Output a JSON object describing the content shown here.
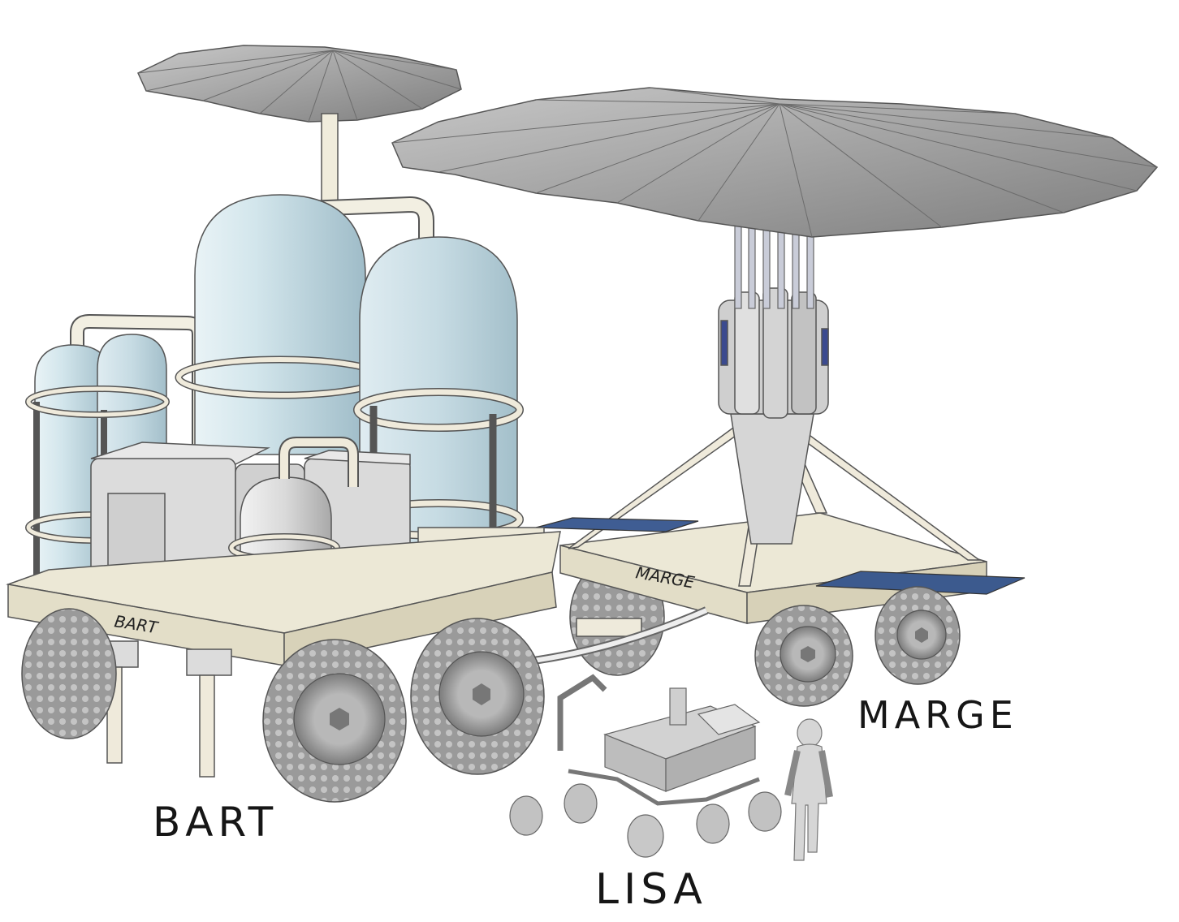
{
  "labels": {
    "bart": "BART",
    "marge": "MARGE",
    "lisa": "LISA"
  },
  "decals": {
    "bart": "BART",
    "marge": "MARGE"
  },
  "colors": {
    "background": "#ffffff",
    "tank_blue": "#cfe3ea",
    "frame_cream": "#eeeadb",
    "umbrella_gray": "#9a9a9a",
    "panel_blue": "#3c5a8e",
    "tire_gray": "#8f8f8f",
    "label_text": "#161616"
  }
}
